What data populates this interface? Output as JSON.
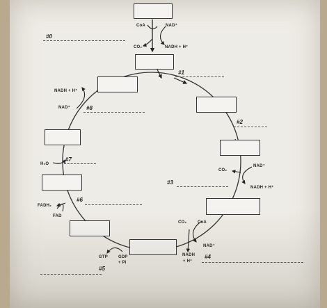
{
  "top": {
    "coa": "CoA",
    "nad": "NAD⁺",
    "co2": "CO₂",
    "nadh_h": "NADH + H⁺"
  },
  "step_numbers": {
    "n0": "#0",
    "n1": "#1",
    "n2": "#2",
    "n3": "#3",
    "n4": "#4",
    "n5": "#5",
    "n6": "#6",
    "n7": "#7",
    "n8": "#8"
  },
  "right_upper": {
    "nad": "NAD⁺",
    "co2": "CO₂",
    "nadh_h": "NADH + H⁺"
  },
  "bottom_right": {
    "co2": "CO₂",
    "coa": "CoA",
    "nad": "NAD⁺",
    "nadh": "NADH",
    "h": "+ H⁺"
  },
  "bottom": {
    "gtp": "GTP",
    "gdp": "GDP",
    "pi": "+ Pi"
  },
  "left": {
    "fadh2": "FADH₂",
    "fad": "FAD",
    "h2o": "H₂O"
  },
  "upper_left": {
    "nadh_h": "NADH + H⁺",
    "nad": "NAD⁺"
  }
}
